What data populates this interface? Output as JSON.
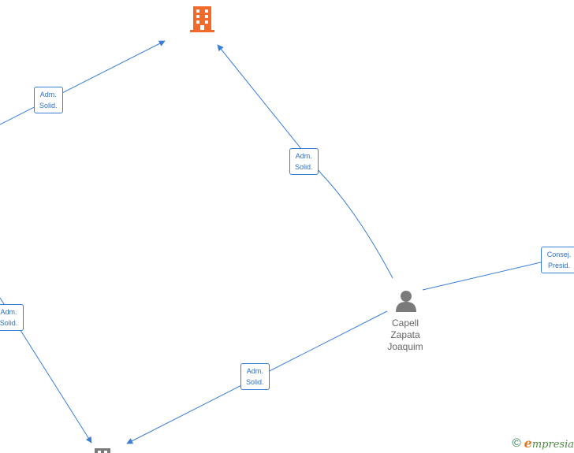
{
  "colors": {
    "edge": "#3a7fd5",
    "company_highlight": "#f26a2a",
    "company": "#7a7a7a",
    "person": "#7a7a7a"
  },
  "nodes": {
    "company_top": {
      "icon": "building-icon"
    },
    "company_bottom": {
      "icon": "building-icon"
    },
    "person": {
      "icon": "person-icon",
      "name_lines": [
        "Capell",
        "Zapata",
        "Joaquim"
      ]
    }
  },
  "edges": {
    "top_left": {
      "label_lines": [
        "Adm.",
        "Solid."
      ]
    },
    "person_to_top": {
      "label_lines": [
        "Adm.",
        "Solid."
      ]
    },
    "person_right": {
      "label_lines": [
        "Consej.",
        "Presid."
      ]
    },
    "left_to_bottom": {
      "label_lines": [
        "Adm.",
        "Solid."
      ]
    },
    "person_to_bottom": {
      "label_lines": [
        "Adm.",
        "Solid."
      ]
    }
  },
  "watermark": {
    "copyright": "©",
    "brand_initial": "e",
    "brand_rest": "mpresia"
  }
}
